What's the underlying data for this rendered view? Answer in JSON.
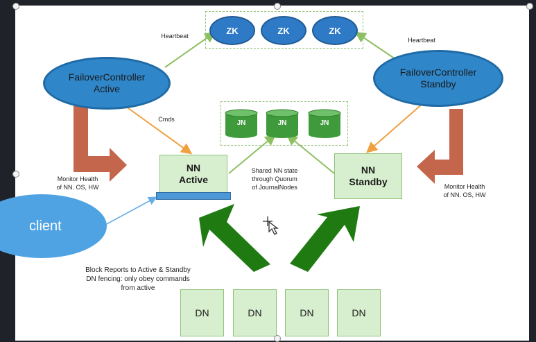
{
  "diagram": {
    "zk_nodes": [
      "ZK",
      "ZK",
      "ZK"
    ],
    "jn_nodes": [
      "JN",
      "JN",
      "JN"
    ],
    "dn_nodes": [
      "DN",
      "DN",
      "DN",
      "DN"
    ],
    "failover_active": [
      "FailoverController",
      "Active"
    ],
    "failover_standby": [
      "FailoverController",
      "Standby"
    ],
    "heartbeat_left": "Heartbeat",
    "heartbeat_right": "Heartbeat",
    "cmds_label": "Cmds",
    "nn_active": [
      "NN",
      "Active"
    ],
    "nn_standby": [
      "NN",
      "Standby"
    ],
    "shared_state": [
      "Shared NN state",
      "through Quorum",
      "of JournalNodes"
    ],
    "monitor_left": [
      "Monitor Health",
      "of NN. OS, HW"
    ],
    "monitor_right": [
      "Monitor Health",
      "of NN. OS, HW"
    ],
    "client_label": "client",
    "block_reports": [
      "Block Reports to Active & Standby",
      "DN fencing: only obey commands",
      "from active"
    ]
  },
  "colors": {
    "node_blue": "#2e7ac6",
    "node_green_fill": "#d8efcf",
    "jn_green": "#3e9a3a",
    "big_arrow_green": "#1f7a12",
    "monitor_arrow": "#c4664b",
    "client_blue": "#4fa3e3"
  }
}
